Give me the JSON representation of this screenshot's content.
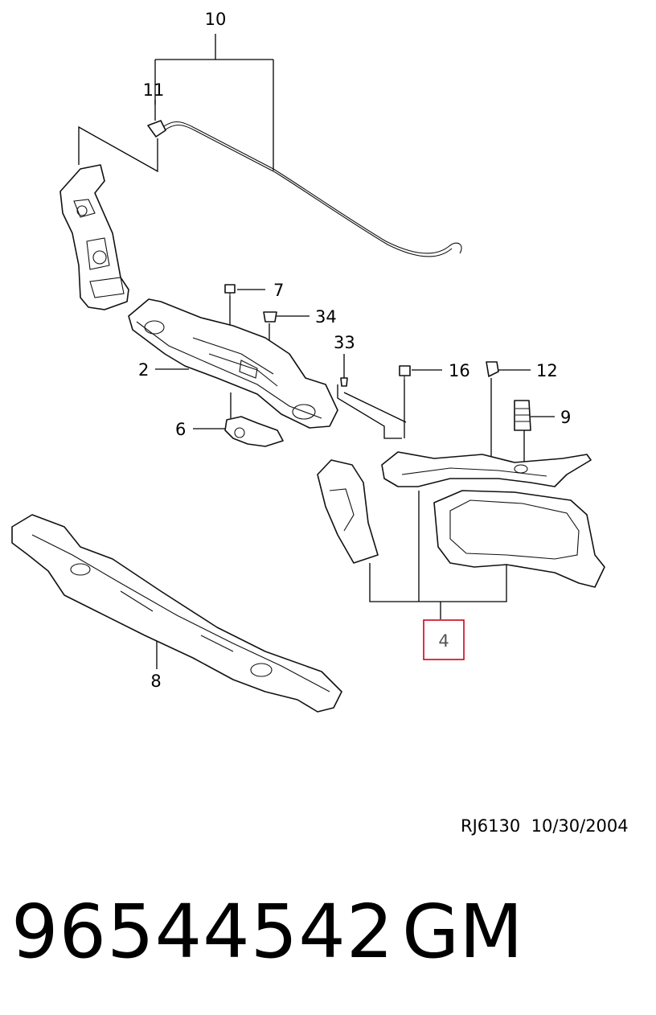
{
  "callouts": {
    "c10": "10",
    "c11": "11",
    "c7": "7",
    "c34": "34",
    "c33": "33",
    "c2": "2",
    "c16": "16",
    "c12": "12",
    "c9": "9",
    "c6": "6",
    "c4": "4",
    "c8": "8"
  },
  "highlight": {
    "callout": "4",
    "color": "#d0021b"
  },
  "footer": {
    "drawing_ref": "RJ6130",
    "date": "10/30/2004",
    "part_number": "96544542",
    "brand": "GM"
  }
}
